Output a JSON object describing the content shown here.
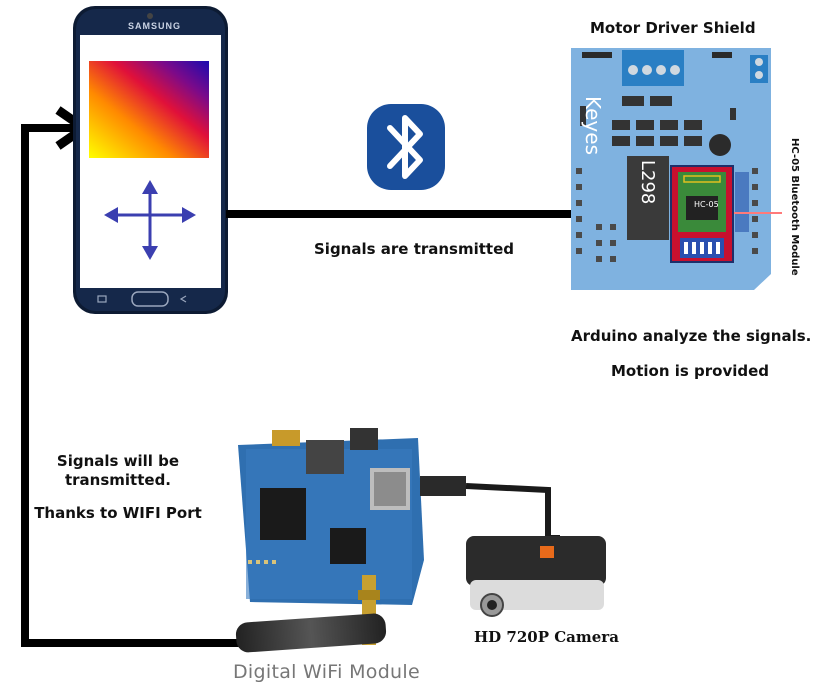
{
  "phone": {
    "brand": "SAMSUNG"
  },
  "bluetooth": {
    "icon": "bluetooth-icon",
    "color": "#1a4f9c"
  },
  "labels": {
    "signals_transmitted": "Signals are transmitted",
    "motor_driver_shield": "Motor Driver Shield",
    "board_brand": "Keyes",
    "chip_name": "L298",
    "bt_chip": "HC-05",
    "bt_module": "HC-05 Bluetooth Module",
    "arduino_analyze": "Arduino analyze the signals.",
    "motion_provided": "Motion is provided",
    "signals_will_line1": "Signals will be",
    "signals_will_line2": "transmitted.",
    "thanks_wifi": "Thanks to WIFI Port",
    "camera": "HD 720P Camera",
    "wifi_module": "Digital WiFi Module"
  },
  "colors": {
    "arrow": "#000000",
    "shield_blue": "#7fb2e0",
    "pcb_blue": "#2f6fb0",
    "bt_board_red": "#c8102e",
    "bt_board_green": "#3a8a3a",
    "direction_arrows": "#3b3fb0"
  }
}
